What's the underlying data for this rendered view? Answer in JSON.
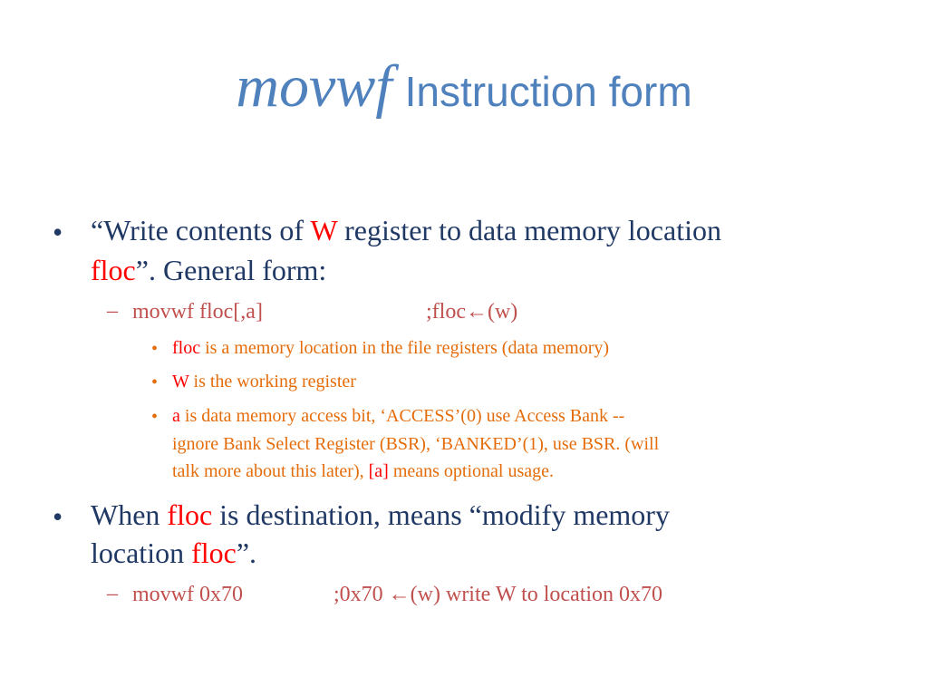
{
  "slide": {
    "title_code": "movwf",
    "title_rest": "Instruction form",
    "bullet1": {
      "line1_a": "“Write contents of ",
      "line1_w": "W",
      "line1_b": " register to data memory location",
      "line2_floc": "floc",
      "line2_rest": "”. General form:"
    },
    "sub1": {
      "dash": "–",
      "text_a": "movwf floc[,a]",
      "text_b": ";floc←(w)"
    },
    "sub1_items": [
      {
        "key": "floc",
        "rest": " is a memory location in the file registers (data memory)"
      },
      {
        "key": "W",
        "rest": " is the working register"
      },
      {
        "key": "a",
        "line1": " is data memory access bit, ‘ACCESS’(0) use Access Bank --",
        "line2": "ignore Bank Select Register (BSR), ‘BANKED’(1), use BSR. (will",
        "line3_a": "talk more about this later), ",
        "line3_key": "[a]",
        "line3_b": " means optional usage."
      }
    ],
    "bullet2": {
      "line1_a": "When ",
      "line1_floc": "floc",
      "line1_b": " is destination, means “modify memory",
      "line2_a": "location ",
      "line2_floc": "floc",
      "line2_b": "”."
    },
    "sub2": {
      "dash": "–",
      "text_a": "movwf 0x70",
      "text_b": ";0x70 ←(w) write W to location 0x70"
    },
    "bullet_symbol": "•"
  },
  "colors": {
    "title": "#4f81bd",
    "level1_text": "#1f3864",
    "level2_text": "#e46c0a",
    "level2b_text": "#c0504d",
    "highlight": "#ff0000",
    "background": "#ffffff"
  }
}
